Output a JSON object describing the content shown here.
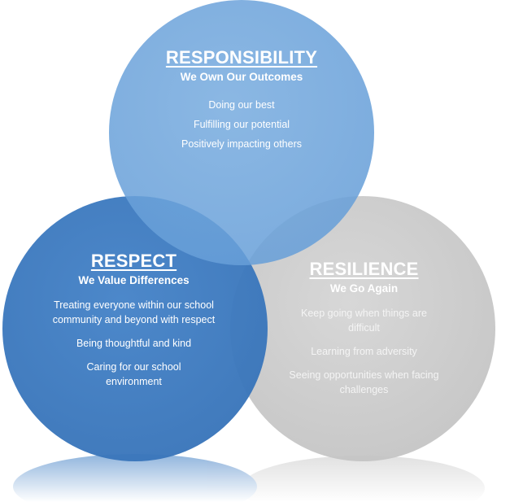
{
  "colors": {
    "responsibility": "#6fa6dc",
    "respect": "#3d7cc3",
    "resilience": "#c9c9c9",
    "text": "#ffffff"
  },
  "circles": {
    "responsibility": {
      "title": "RESPONSIBILITY",
      "subtitle": "We Own Our Outcomes",
      "items": [
        "Doing our best",
        "Fulfilling our potential",
        "Positively impacting others"
      ]
    },
    "respect": {
      "title": "RESPECT",
      "subtitle": "We Value Differences",
      "items": [
        "Treating everyone within our school community and beyond with respect",
        "Being thoughtful and kind",
        "Caring for our school environment"
      ]
    },
    "resilience": {
      "title": "RESILIENCE",
      "subtitle": "We Go Again",
      "items": [
        "Keep going when things are difficult",
        "Learning from adversity",
        "Seeing opportunities when facing challenges"
      ]
    }
  }
}
